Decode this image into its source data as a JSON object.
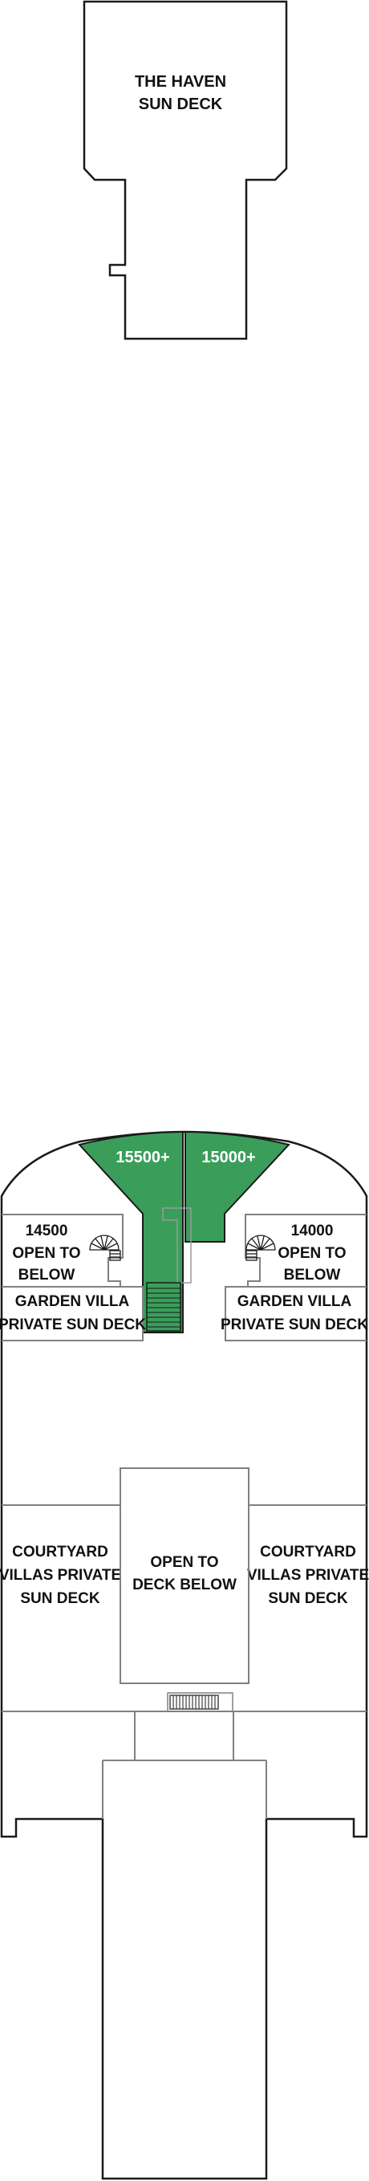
{
  "colors": {
    "outline": "#1a1a1a",
    "inner_line": "#808080",
    "cabin_fill": "#3a9e5a",
    "background": "#ffffff"
  },
  "haven": {
    "line1": "THE HAVEN",
    "line2": "SUN DECK"
  },
  "cabins": {
    "left": "15500+",
    "right": "15000+"
  },
  "suite_left": {
    "number": "14500",
    "open1": "OPEN TO",
    "open2": "BELOW",
    "name1": "GARDEN VILLA",
    "name2": "PRIVATE SUN DECK"
  },
  "suite_right": {
    "number": "14000",
    "open1": "OPEN TO",
    "open2": "BELOW",
    "name1": "GARDEN VILLA",
    "name2": "PRIVATE SUN DECK"
  },
  "courtyard_left": {
    "line1": "COURTYARD",
    "line2": "VILLAS PRIVATE",
    "line3": "SUN DECK"
  },
  "courtyard_right": {
    "line1": "COURTYARD",
    "line2": "VILLAS PRIVATE",
    "line3": "SUN DECK"
  },
  "center_open": {
    "line1": "OPEN TO",
    "line2": "DECK BELOW"
  },
  "icons": {
    "spiral_left": "spiral-staircase-icon",
    "spiral_right": "spiral-staircase-icon",
    "stairs": "staircase-icon"
  }
}
